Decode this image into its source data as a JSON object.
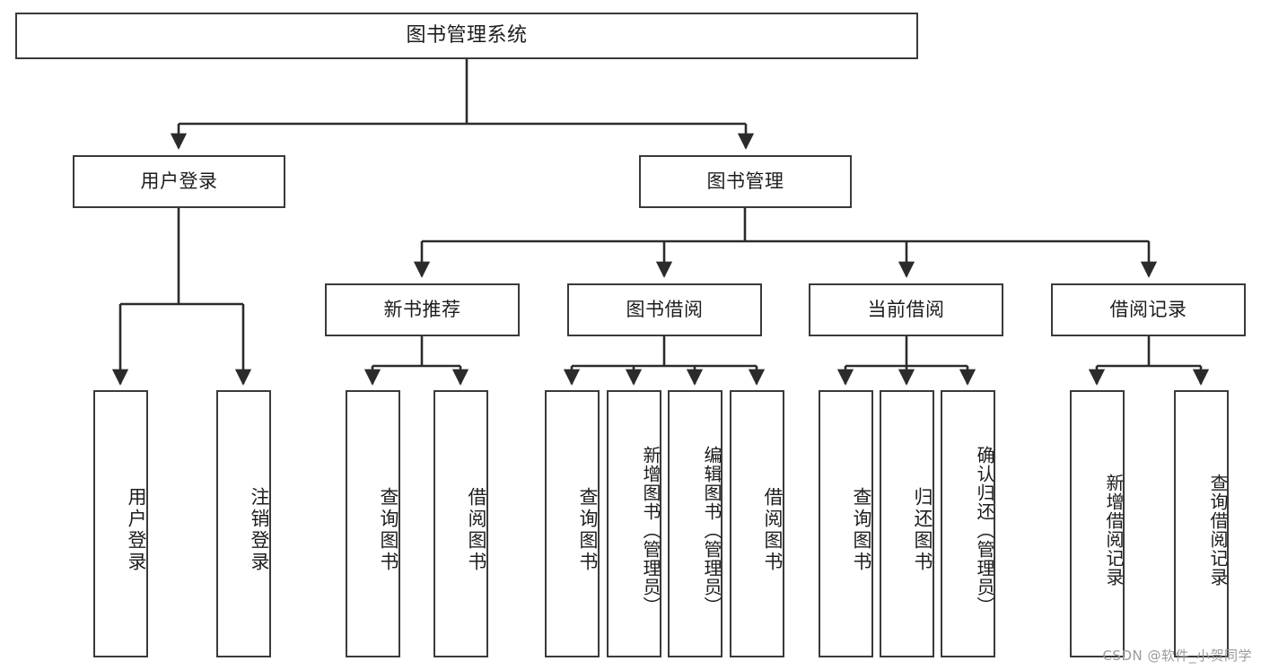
{
  "diagram": {
    "type": "tree",
    "title": "图书管理系统",
    "orientation": "top-down",
    "edge_style": "orthogonal-arrow",
    "colors": {
      "box_border": "#3a3a3a",
      "box_fill": "#ffffff",
      "edge": "#2b2b2b",
      "text": "#1d1d1d",
      "watermark": "#9a9a9a"
    }
  },
  "nodes": {
    "root": {
      "label": "图书管理系统"
    },
    "level2": [
      {
        "id": "user-login",
        "label": "用户登录"
      },
      {
        "id": "book-manage",
        "label": "图书管理"
      }
    ],
    "level3": [
      {
        "id": "new-book-rec",
        "label": "新书推荐"
      },
      {
        "id": "book-borrow",
        "label": "图书借阅"
      },
      {
        "id": "current-borrow",
        "label": "当前借阅"
      },
      {
        "id": "borrow-record",
        "label": "借阅记录"
      }
    ],
    "leaves": {
      "user_login": [
        {
          "id": "leaf-user-login",
          "label": "用户登录"
        },
        {
          "id": "leaf-logout",
          "label": "注销登录"
        }
      ],
      "new_book_rec": [
        {
          "id": "leaf-query-book-1",
          "label": "查询图书"
        },
        {
          "id": "leaf-borrow-book-1",
          "label": "借阅图书"
        }
      ],
      "book_borrow": [
        {
          "id": "leaf-query-book-2",
          "label": "查询图书"
        },
        {
          "id": "leaf-add-book",
          "label": "新增图书（管理员）"
        },
        {
          "id": "leaf-edit-book",
          "label": "编辑图书（管理员）"
        },
        {
          "id": "leaf-borrow-book-2",
          "label": "借阅图书"
        }
      ],
      "current_borrow": [
        {
          "id": "leaf-query-book-3",
          "label": "查询图书"
        },
        {
          "id": "leaf-return-book",
          "label": "归还图书"
        },
        {
          "id": "leaf-confirm-return",
          "label": "确认归还（管理员）"
        }
      ],
      "borrow_record": [
        {
          "id": "leaf-add-record",
          "label": "新增借阅记录"
        },
        {
          "id": "leaf-query-record",
          "label": "查询借阅记录"
        }
      ]
    }
  },
  "watermark": {
    "text": "CSDN @软件_小贺同学"
  }
}
